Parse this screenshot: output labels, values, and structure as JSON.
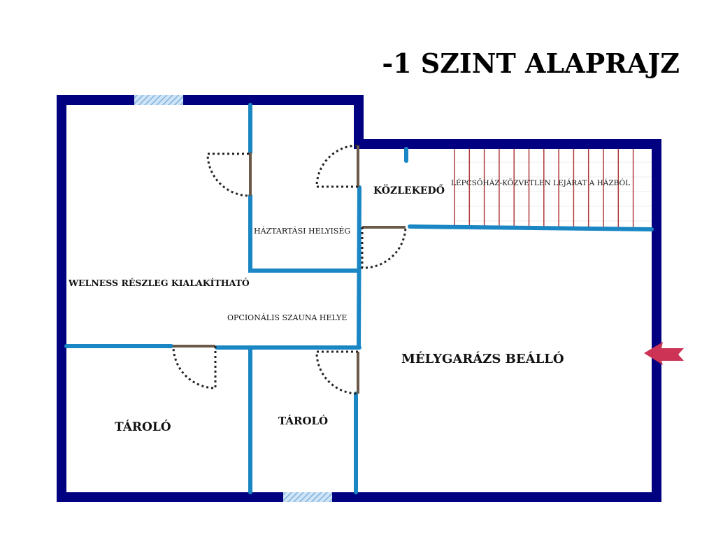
{
  "title": "-1 SZINT ALAPRAJZ",
  "rooms": {
    "wellness": "WELNESS RÉSZLEG KIALAKÍTHATÓ",
    "haztartasi": "HÁZTARTÁSI HELYISÉG",
    "kozlekedo": "KÖZLEKEDŐ",
    "lepcsohaz": "LÉPCSŐHÁZ-KÖZVETLEN LEJÁRAT A HÁZBÓL",
    "szauna": "OPCIONÁLIS SZAUNA HELYE",
    "garazs": "MÉLYGARÁZS BEÁLLÓ",
    "tarolo1": "TÁROLÓ",
    "tarolo2": "TÁROLÓ"
  },
  "colors": {
    "outer_wall": "#000080",
    "inner_wall": "#1a87c4",
    "door": "#6b5a4a",
    "stairs": "#b03a3a",
    "window": "#a9cdec",
    "arrow": "#cc3355"
  }
}
